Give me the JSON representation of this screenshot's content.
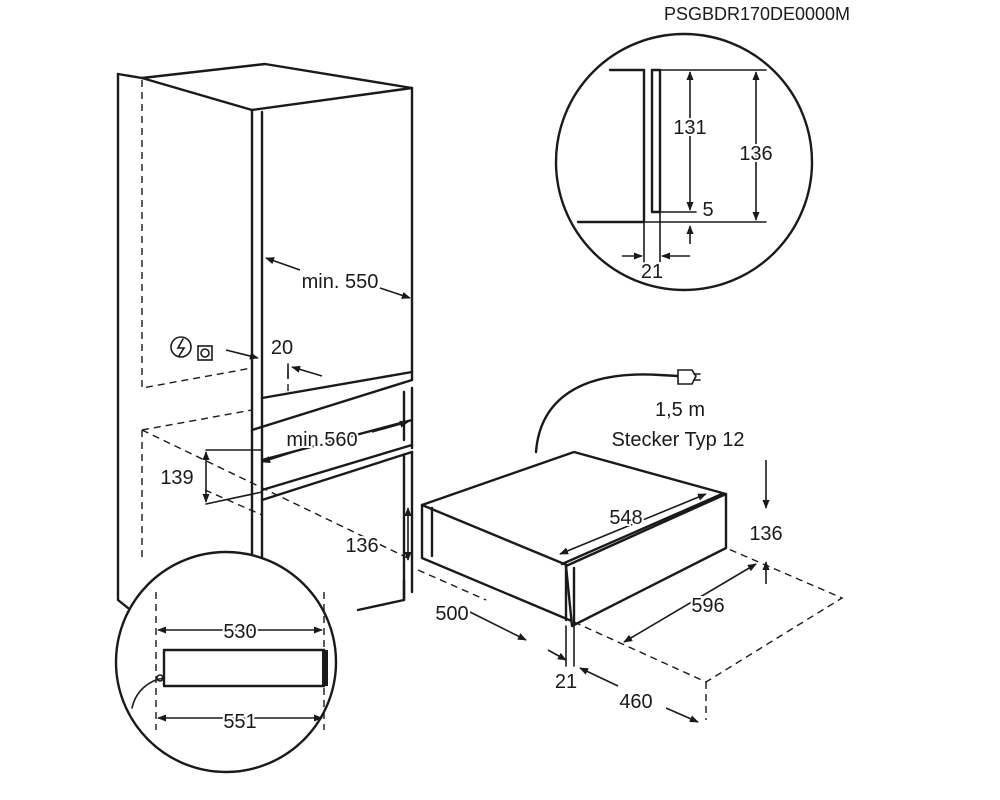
{
  "model_code": "PSGBDR170DE0000M",
  "icons": {
    "electrical": "lightning-bolt-icon",
    "socket": "power-socket-icon",
    "plug": "power-plug-icon"
  },
  "cable": {
    "length": "1,5 m",
    "plug_type": "Stecker Typ 12"
  },
  "cabinet_dims": {
    "depth_min": "min. 550",
    "gap": "20",
    "niche_width_min": "min.560",
    "niche_height": "139"
  },
  "drawer_dims": {
    "height_left": "136",
    "height_right": "136",
    "width_inner": "548",
    "depth": "500",
    "front_thickness": "21",
    "width_outer": "596",
    "side_depth": "460"
  },
  "detail_top": {
    "h_inner": "131",
    "h_outer": "136",
    "offset": "5",
    "thickness": "21"
  },
  "detail_bottom": {
    "w_top": "530",
    "w_bottom": "551"
  }
}
